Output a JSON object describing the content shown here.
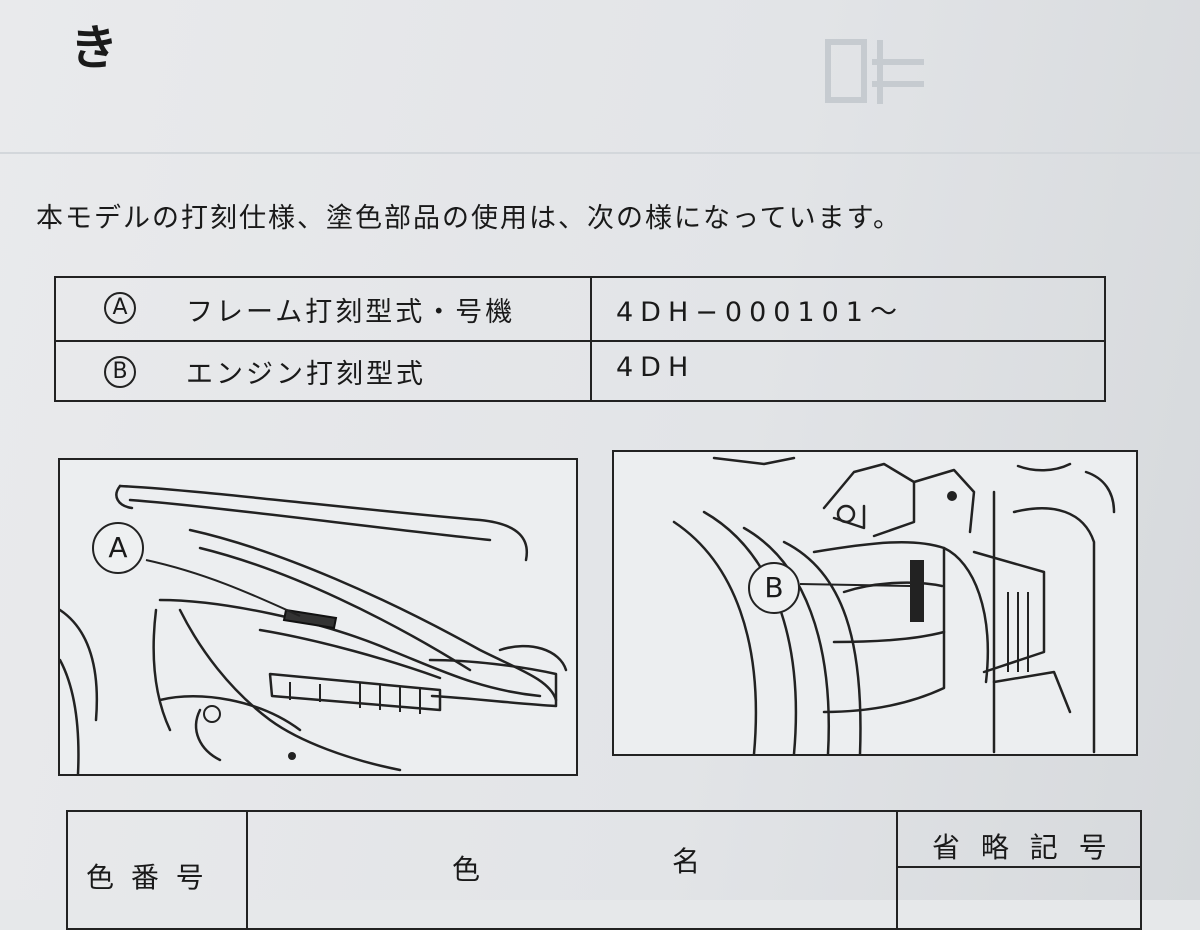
{
  "header": {
    "char": "き"
  },
  "intro": "本モデルの打刻仕様、塗色部品の使用は、次の様になっています。",
  "spec_table": {
    "rows": [
      {
        "mark": "A",
        "label": "フレーム打刻型式・号機",
        "value": "4DH−000101〜"
      },
      {
        "mark": "B",
        "label": "エンジン打刻型式",
        "value": "4DH"
      }
    ]
  },
  "figures": {
    "a": {
      "callout": "A"
    },
    "b": {
      "callout": "B"
    }
  },
  "color_table": {
    "headers": {
      "number": "色 番 号",
      "name_1": "色",
      "name_2": "名",
      "code": "省 略 記 号"
    }
  }
}
